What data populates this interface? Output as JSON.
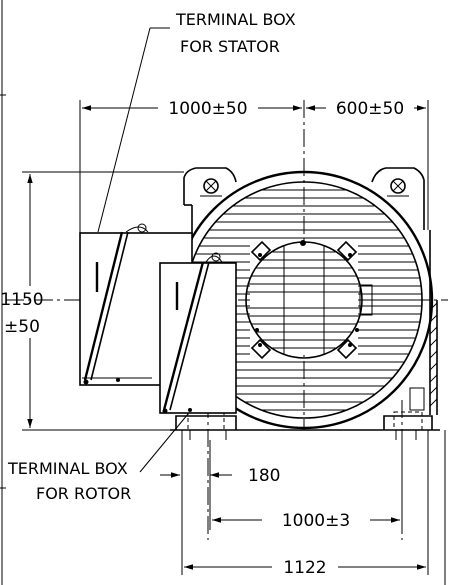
{
  "labels": {
    "terminal_box_stator_line1": "TERMINAL BOX",
    "terminal_box_stator_line2": "FOR STATOR",
    "terminal_box_rotor_line1": "TERMINAL BOX",
    "terminal_box_rotor_line2": "FOR ROTOR"
  },
  "dimensions": {
    "stator_offset": "1000±50",
    "right_offset": "600±50",
    "height_line1": "1150",
    "height_line2": "±50",
    "rotor_box_width": "180",
    "foot_spacing": "1000±3",
    "overall_width": "1122"
  }
}
